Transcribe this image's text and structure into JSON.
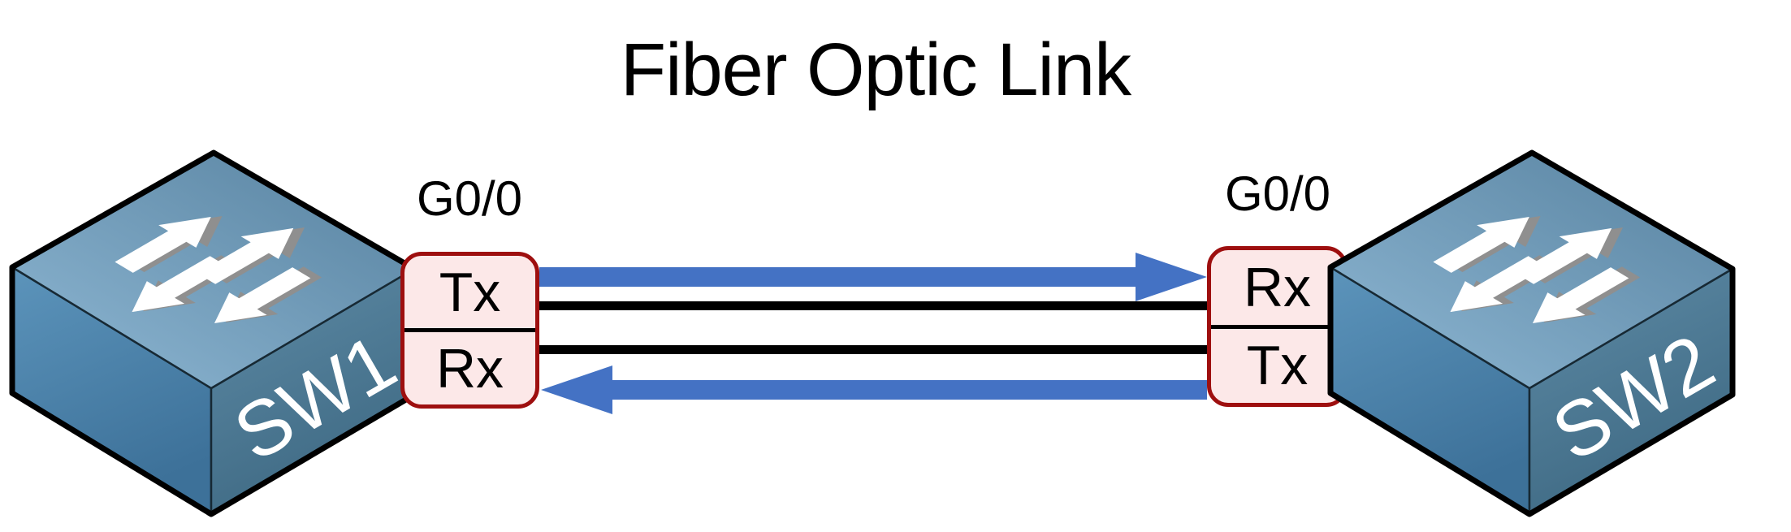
{
  "title": "Fiber Optic Link",
  "colors": {
    "arrow_blue": "#4472c4",
    "fiber_line": "#000000",
    "port_fill": "#fce8e8",
    "port_border": "#9e0f0f",
    "label_text": "#000000",
    "switch_label": "#ffffff"
  },
  "switches": {
    "sw1": {
      "name": "SW1",
      "interface": "G0/0",
      "port_top": "Tx",
      "port_bottom": "Rx"
    },
    "sw2": {
      "name": "SW2",
      "interface": "G0/0",
      "port_top": "Rx",
      "port_bottom": "Tx"
    }
  },
  "link": {
    "kind": "fiber-optic",
    "strands": 2,
    "flows": [
      {
        "from": "SW1.Tx",
        "to": "SW2.Rx",
        "direction": "right"
      },
      {
        "from": "SW2.Tx",
        "to": "SW1.Rx",
        "direction": "left"
      }
    ]
  }
}
